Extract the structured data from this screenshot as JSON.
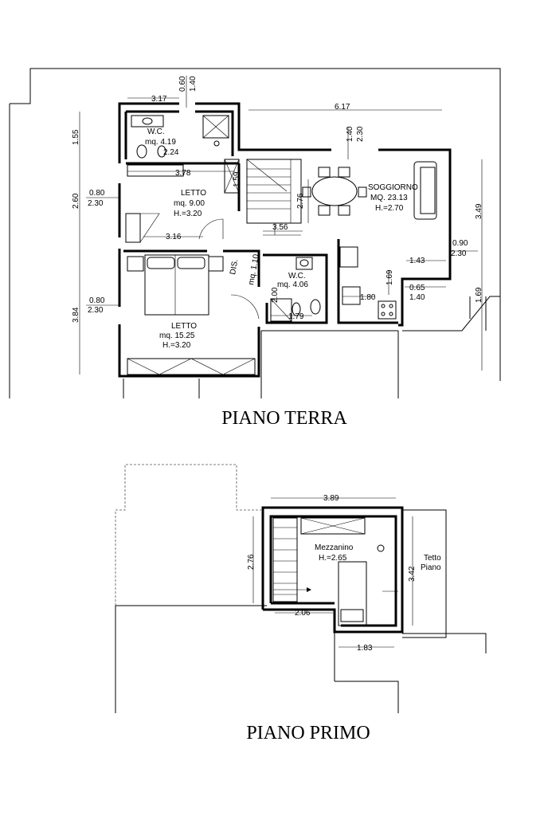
{
  "ground_floor": {
    "title": "PIANO TERRA",
    "rooms": {
      "wc_top": {
        "name": "W.C.",
        "area": "mq. 4.19",
        "dim": "2.24"
      },
      "letto_small": {
        "name": "LETTO",
        "area": "mq. 9.00",
        "height": "H.=3.20"
      },
      "soggiorno": {
        "name": "SOGGIORNO",
        "area": "MQ. 23.13",
        "height": "H.=2.70"
      },
      "dis": {
        "name": "DIS.",
        "area": "mq. 1.10"
      },
      "wc_bottom": {
        "name": "W.C.",
        "area": "mq. 4.06"
      },
      "letto_large": {
        "name": "LETTO",
        "area": "mq. 15.25",
        "height": "H.=3.20"
      }
    },
    "dimensions": {
      "d317": "3.17",
      "d060": "0.60",
      "d140a": "1.40",
      "d617": "6.17",
      "d155": "1.55",
      "d378": "3.78",
      "d159": "1.59",
      "d140b": "1.40",
      "d230a": "2.30",
      "d260": "2.60",
      "d080a": "0.80",
      "d230b": "2.30",
      "d276": "2.76",
      "d356": "3.56",
      "d316": "3.16",
      "d349": "3.49",
      "d090": "0.90",
      "d230c": "2.30",
      "d143": "1.43",
      "d169a": "1.69",
      "d180": "1.80",
      "d065": "0.65",
      "d140c": "1.40",
      "d169b": "1.69",
      "d384": "3.84",
      "d080b": "0.80",
      "d230d": "2.30",
      "d200": "2.00",
      "d179": "1.79"
    }
  },
  "first_floor": {
    "title": "PIANO PRIMO",
    "rooms": {
      "mezzanino": {
        "name": "Mezzanino",
        "height": "H.=2.65"
      },
      "tetto": {
        "line1": "Tetto",
        "line2": "Piano"
      }
    },
    "dimensions": {
      "d389": "3.89",
      "d276": "2.76",
      "d342": "3.42",
      "d206": "2.06",
      "d183": "1.83"
    }
  }
}
